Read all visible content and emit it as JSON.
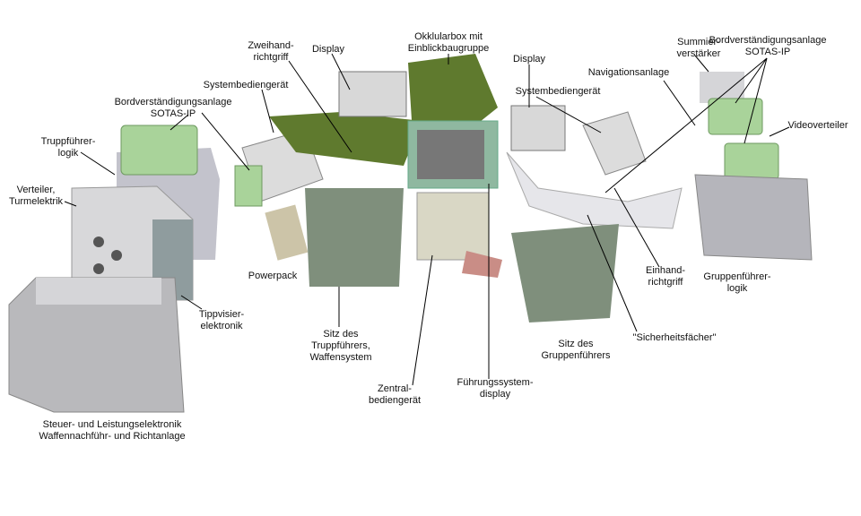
{
  "labels": {
    "okkularbox": [
      "Okklularbox mit",
      "Einblickbaugruppe"
    ],
    "zweihand": [
      "Zweihand-",
      "richtgriff"
    ],
    "display_left": [
      "Display"
    ],
    "display_right": [
      "Display"
    ],
    "systembedien_left": [
      "Systembediengerät"
    ],
    "sotas_left": [
      "Bordverständigungsanlage",
      "SOTAS-IP"
    ],
    "truppfuehrerlogik": [
      "Truppführer-",
      "logik"
    ],
    "verteiler": [
      "Verteiler,",
      "Turmelektrik"
    ],
    "powerpack": [
      "Powerpack"
    ],
    "tippvisier": [
      "Tippvisier-",
      "elektronik"
    ],
    "sitz_trupp": [
      "Sitz des",
      "Truppführers,",
      "Waffensystem"
    ],
    "zentral": [
      "Zentral-",
      "bediengerät"
    ],
    "fuehrungsdisplay": [
      "Führungssystem-",
      "display"
    ],
    "sitz_gruppe": [
      "Sitz des",
      "Gruppenführers"
    ],
    "sicherheit": [
      "\"Sicherheitsfächer\""
    ],
    "einhand": [
      "Einhand-",
      "richtgriff"
    ],
    "gruppenlogik": [
      "Gruppenführer-",
      "logik"
    ],
    "systembedien_right": [
      "Systembediengerät"
    ],
    "navigation": [
      "Navigationsanlage"
    ],
    "summier": [
      "Summier-",
      "verstärker"
    ],
    "sotas_right": [
      "Bordverständigungsanlage",
      "SOTAS-IP"
    ],
    "video": [
      "Videoverteiler"
    ],
    "steuer": [
      "Steuer- und Leistungselektronik",
      "Waffennachführ- und Richtanlage"
    ]
  },
  "colors": {
    "olive": "#5f7a2e",
    "lightgreen": "#a9d39a",
    "grey": "#c9c9cc",
    "seat": "#7f8f7c",
    "teal": "#8fb8a0"
  }
}
